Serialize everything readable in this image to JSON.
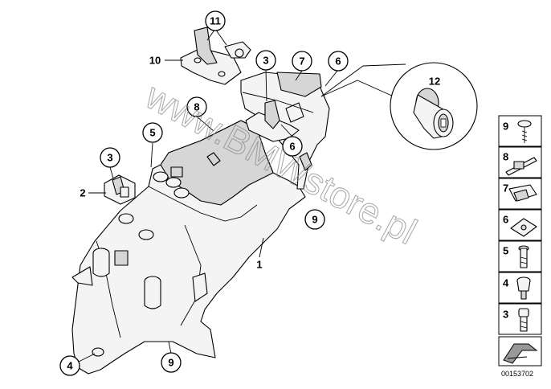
{
  "diagram": {
    "callouts": {
      "c11": "11",
      "c10": "10",
      "c3_top": "3",
      "c7": "7",
      "c6_top": "6",
      "c12": "12",
      "c8": "8",
      "c5": "5",
      "c6_mid": "6",
      "c3_left": "3",
      "c2": "2",
      "c9_mid": "9",
      "c1": "1",
      "c4": "4",
      "c9_bottom": "9"
    },
    "legend": [
      {
        "number": "9",
        "icon": "screw-icon"
      },
      {
        "number": "8",
        "icon": "cable-tie-icon"
      },
      {
        "number": "7",
        "icon": "clip-bracket-icon"
      },
      {
        "number": "6",
        "icon": "speed-nut-icon"
      },
      {
        "number": "5",
        "icon": "bolt-icon"
      },
      {
        "number": "4",
        "icon": "rubber-buffer-icon"
      },
      {
        "number": "3",
        "icon": "hex-screw-icon"
      }
    ],
    "watermark": "www.BMWstore.pl",
    "diagram_code": "00153702"
  }
}
